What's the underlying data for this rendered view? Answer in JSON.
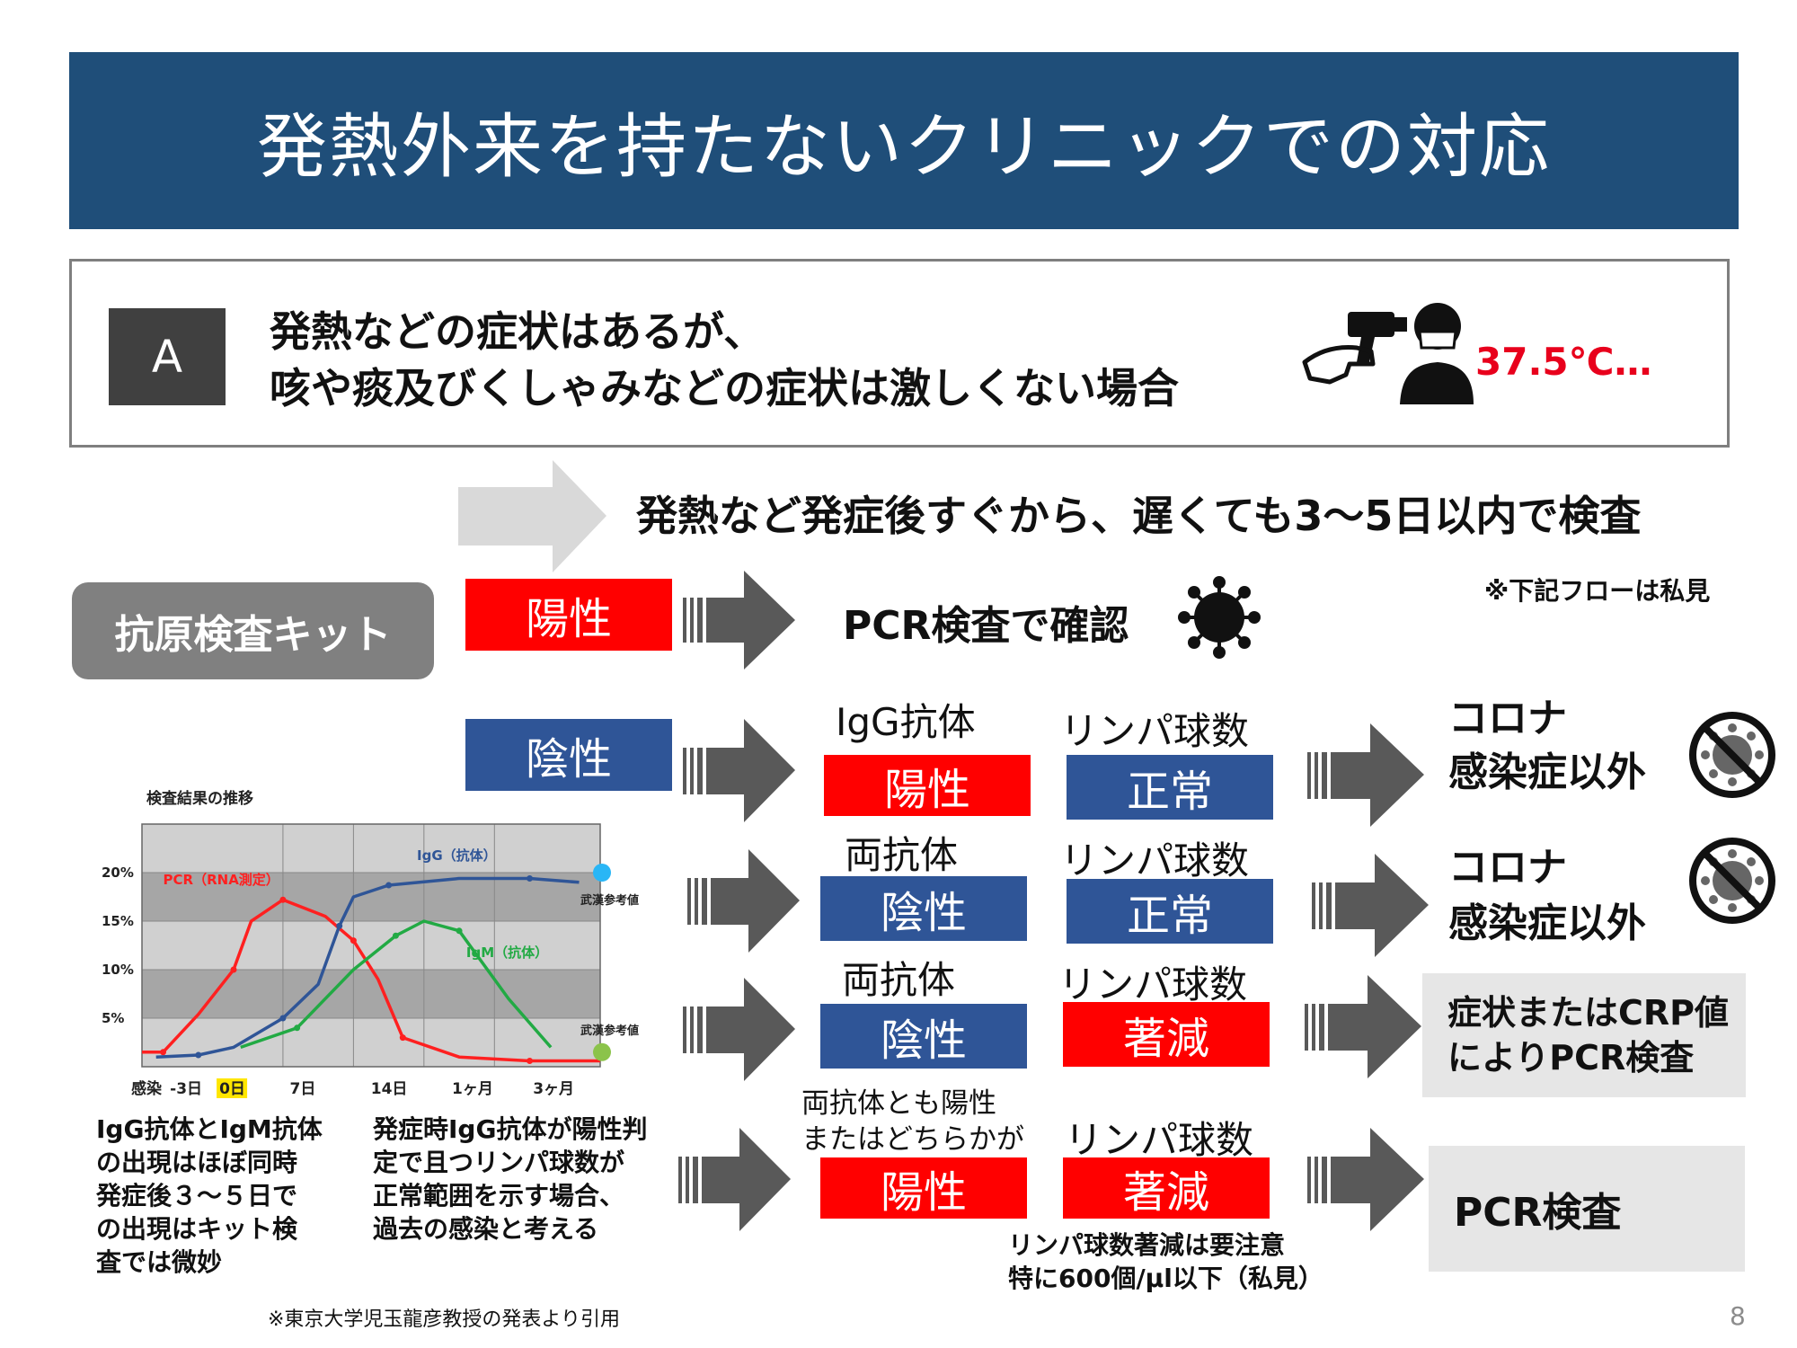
{
  "title": "発熱外来を持たないクリニックでの対応",
  "case_a": {
    "badge": "A",
    "line1": "発熱などの症状はあるが、",
    "line2": "咳や痰及びくしゃみなどの症状は激しくない場合",
    "temperature": "37.5℃…"
  },
  "instruction": "発熱など発症後すぐから、遅くても3〜5日以内で検査",
  "private_note": "※下記フローは私見",
  "kit_label": "抗原検査キット",
  "positive_row": {
    "result": "陽性",
    "action": "PCR検査で確認"
  },
  "negative_result": "陰性",
  "rows": [
    {
      "antibody_label": "IgG抗体",
      "antibody_result": "陽性",
      "lymph_label": "リンパ球数",
      "lymph_result": "正常",
      "outcome_line1": "コロナ",
      "outcome_line2": "感染症以外"
    },
    {
      "antibody_label": "両抗体",
      "antibody_result": "陰性",
      "lymph_label": "リンパ球数",
      "lymph_result": "正常",
      "outcome_line1": "コロナ",
      "outcome_line2": "感染症以外"
    },
    {
      "antibody_label": "両抗体",
      "antibody_result": "陰性",
      "lymph_label": "リンパ球数",
      "lymph_result": "著減",
      "outcome_line1": "症状またはCRP値",
      "outcome_line2": "によりPCR検査"
    },
    {
      "antibody_label_1": "両抗体とも陽性",
      "antibody_label_2": "またはどちらかが",
      "antibody_result": "陽性",
      "lymph_label": "リンパ球数",
      "lymph_result": "著減",
      "outcome_line1": "PCR検査"
    }
  ],
  "lymph_note": [
    "リンパ球数著減は要注意",
    "特に600個/μl以下（私見）"
  ],
  "left_note": [
    "IgG抗体とIgM抗体",
    "の出現はほぼ同時",
    "発症後３～５日で",
    "の出現はキット検",
    "査では微妙"
  ],
  "mid_note": [
    "発症時IgG抗体が陽性判",
    "定で且つリンパ球数が",
    "正常範囲を示す場合、",
    "過去の感染と考える"
  ],
  "citation": "※東京大学児玉龍彦教授の発表より引用",
  "page_number": "8",
  "colors": {
    "title_bg": "#1f4e79",
    "positive": "#ff0000",
    "negative": "#2f5597",
    "temp": "#e8001c"
  },
  "chart_data": {
    "type": "line",
    "title": "検査結果の推移",
    "x_tick_labels": [
      "感染",
      "-3日",
      "0日",
      "7日",
      "14日",
      "1ヶ月",
      "3ヶ月"
    ],
    "y_tick_labels": [
      "20%",
      "15%",
      "10%",
      "5%"
    ],
    "reference_label": "武漢参考値",
    "series": [
      {
        "name": "PCR（RNA測定）",
        "color": "#ff2020",
        "x": [
          0.0,
          0.3,
          0.8,
          1.3,
          1.55,
          2.0,
          2.6,
          3.0,
          3.35,
          3.7,
          4.5,
          5.5,
          6.5
        ],
        "y": [
          1.5,
          1.5,
          5.4,
          10.0,
          15.0,
          17.2,
          15.5,
          13.0,
          9.0,
          3.0,
          1.0,
          0.6,
          0.6
        ]
      },
      {
        "name": "IgG（抗体）",
        "color": "#2f5597",
        "x": [
          0.2,
          0.8,
          1.3,
          2.0,
          2.5,
          2.8,
          3.0,
          3.5,
          4.5,
          5.5,
          6.2
        ],
        "y": [
          1.0,
          1.2,
          2.0,
          5.0,
          8.5,
          14.5,
          17.5,
          18.7,
          19.4,
          19.4,
          19.0
        ]
      },
      {
        "name": "IgM（抗体）",
        "color": "#22aa44",
        "x": [
          1.4,
          2.2,
          3.0,
          3.6,
          4.0,
          4.5,
          5.2,
          5.8
        ],
        "y": [
          2.0,
          4.0,
          10.0,
          13.5,
          15.0,
          14.0,
          7.0,
          2.0
        ]
      }
    ],
    "ylim": [
      0,
      25
    ]
  }
}
